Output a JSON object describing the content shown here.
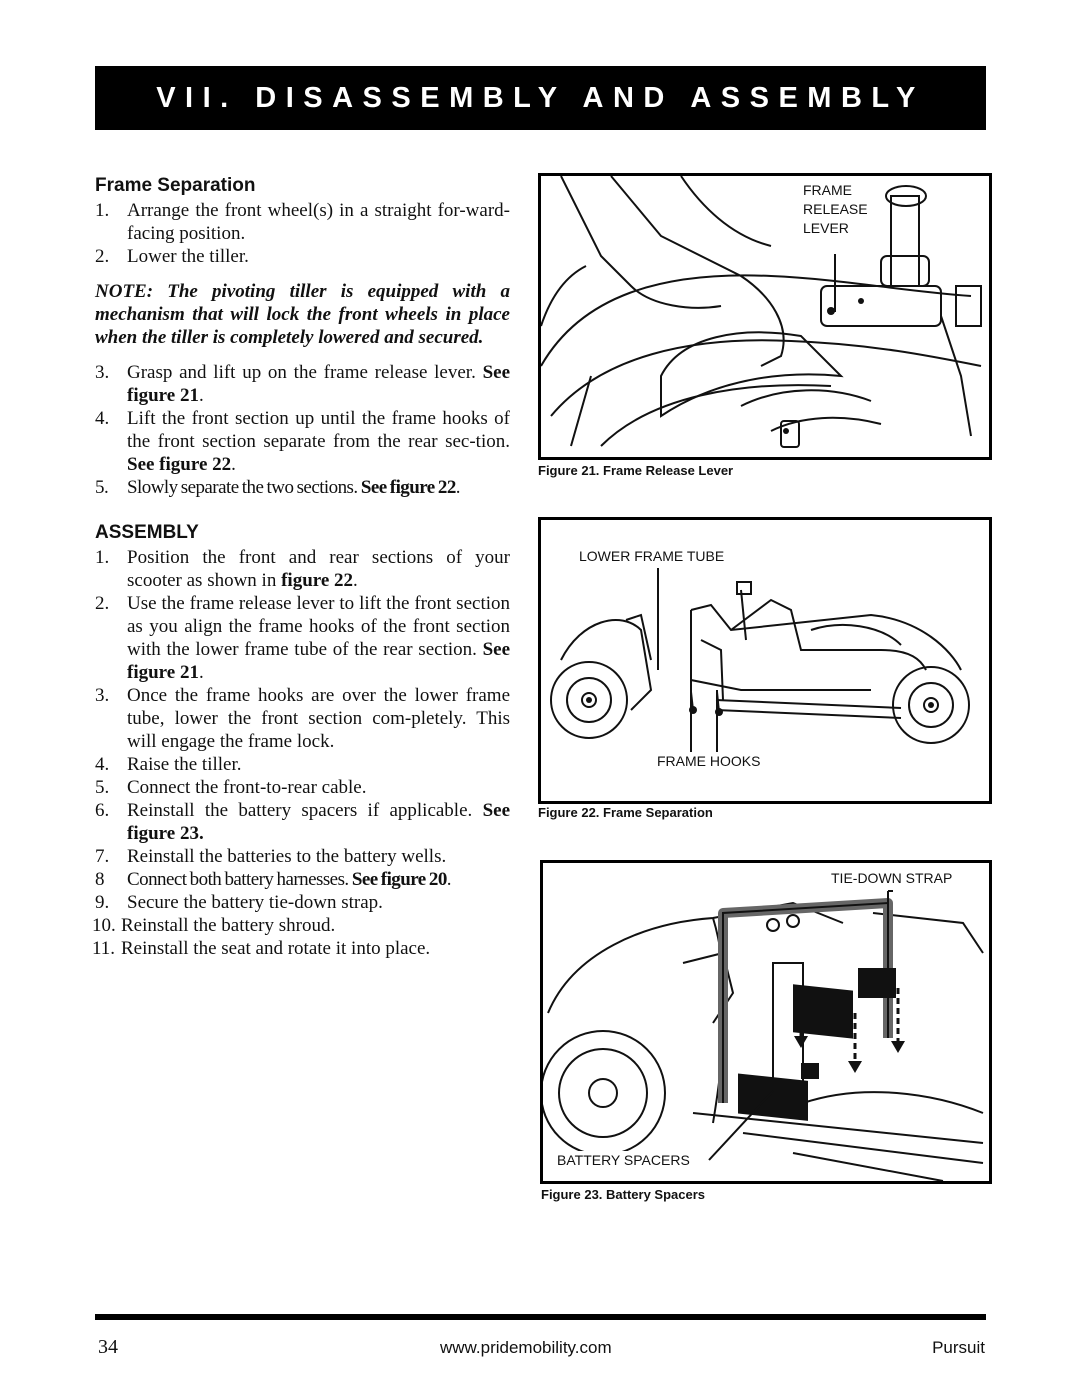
{
  "header": {
    "title": "VII. DISASSEMBLY AND ASSEMBLY"
  },
  "frame_separation": {
    "heading": "Frame Separation",
    "steps1": [
      {
        "num": "1.",
        "text": "Arrange the front wheel(s) in a straight for-ward-facing position."
      },
      {
        "num": "2.",
        "text": "Lower the tiller."
      }
    ],
    "note": "NOTE: The pivoting tiller is equipped with a mechanism that will lock the front wheels in place when the tiller is completely lowered and secured.",
    "step3": {
      "num": "3.",
      "text": "Grasp and lift up on the frame release lever.",
      "ref": "See figure 21",
      "end": "."
    },
    "step4": {
      "num": "4.",
      "text": "Lift the front section up until the frame hooks of the front section separate from the rear sec-tion.",
      "ref": "See figure 22",
      "end": "."
    },
    "step5": {
      "num": "5.",
      "text": "Slowly separate the two sections.",
      "ref": "See figure 22",
      "end": "."
    }
  },
  "assembly": {
    "heading": "ASSEMBLY",
    "step1": {
      "num": "1.",
      "text": "Position the front and rear sections of your scooter as shown in",
      "ref": "figure 22",
      "end": "."
    },
    "step2": {
      "num": "2.",
      "text": "Use the frame release lever to lift the front section as you align the frame hooks of the front section with the lower frame tube of the rear section.",
      "ref": "See figure 21",
      "end": "."
    },
    "step3": {
      "num": "3.",
      "text": "Once the frame hooks are over the lower frame tube, lower the front section com-pletely. This will engage the frame lock."
    },
    "step4": {
      "num": "4.",
      "text": "Raise the tiller."
    },
    "step5": {
      "num": "5.",
      "text": "Connect the front-to-rear cable."
    },
    "step6": {
      "num": "6.",
      "text": "Reinstall the battery spacers if applicable.",
      "ref": "See figure 23."
    },
    "step7": {
      "num": "7.",
      "text": "Reinstall the batteries to the battery wells."
    },
    "step8": {
      "num": "8",
      "text": "Connect both battery harnesses.",
      "ref": "See figure 20",
      "end": "."
    },
    "step9": {
      "num": "9.",
      "text": "Secure the battery tie-down strap."
    },
    "step10": {
      "num": "10.",
      "text": "Reinstall the battery shroud."
    },
    "step11": {
      "num": "11.",
      "text": "Reinstall the seat and rotate it into place."
    }
  },
  "figures": {
    "fig21": {
      "label": "FRAME\nRELEASE\nLEVER",
      "caption": "Figure 21. Frame Release Lever"
    },
    "fig22": {
      "label_top": "LOWER FRAME TUBE",
      "label_bottom": "FRAME HOOKS",
      "caption": "Figure 22. Frame Separation"
    },
    "fig23": {
      "label_top": "TIE-DOWN STRAP",
      "label_bottom": "BATTERY SPACERS",
      "caption": "Figure 23. Battery Spacers"
    }
  },
  "footer": {
    "page": "34",
    "url": "www.pridemobility.com",
    "product": "Pursuit"
  }
}
